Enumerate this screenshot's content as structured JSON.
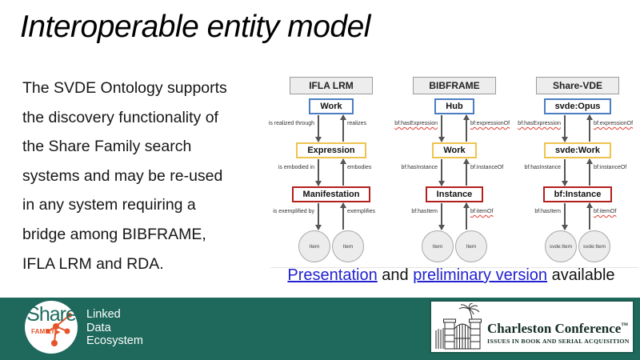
{
  "slide": {
    "title": "Interoperable entity model",
    "body_lines": [
      "The SVDE Ontology supports",
      "the discovery functionality of",
      "the Share Family search",
      "systems and may be re-used",
      "in any system requiring a",
      "bridge among BIBFRAME,",
      "IFLA LRM and RDA."
    ],
    "links": {
      "presentation": "Presentation",
      "mid": " and ",
      "preliminary": "preliminary version",
      "tail": " available"
    }
  },
  "diagram": {
    "columns": [
      {
        "header": "IFLA LRM",
        "boxes": [
          {
            "label": "Work"
          },
          {
            "label": "Expression"
          },
          {
            "label": "Manifestation"
          }
        ],
        "connectors": [
          {
            "left": "is realized through",
            "right": "realizes"
          },
          {
            "left": "is embodied in",
            "right": "embodies"
          },
          {
            "left": "is exemplified by",
            "right": "exemplifies"
          }
        ],
        "items": [
          "Item",
          "Item"
        ]
      },
      {
        "header": "BIBFRAME",
        "boxes": [
          {
            "label": "Hub"
          },
          {
            "label": "Work"
          },
          {
            "label": "Instance"
          }
        ],
        "connectors": [
          {
            "left": "bf:hasExpression",
            "right": "bf:expressionOf"
          },
          {
            "left": "bf:hasInstance",
            "right": "bf:instanceOf"
          },
          {
            "left": "bf:hasItem",
            "right": "bf:itemOf"
          }
        ],
        "items": [
          "Item",
          "Item"
        ]
      },
      {
        "header": "Share-VDE",
        "boxes": [
          {
            "label": "svde:Opus"
          },
          {
            "label": "svde:Work"
          },
          {
            "label": "bf:Instance"
          }
        ],
        "connectors": [
          {
            "left": "bf:hasExpression",
            "right": "bf:expressionOf"
          },
          {
            "left": "bf:hasInstance",
            "right": "bf:instanceOf"
          },
          {
            "left": "bf:hasItem",
            "right": "bf:itemOf"
          }
        ],
        "items": [
          "svde:Item",
          "svde:Item"
        ]
      }
    ],
    "colors": {
      "level1_border": "#4a7ec1",
      "level2_border": "#eec44f",
      "level3_border": "#b3201c"
    }
  },
  "footer": {
    "background": "#1e685c",
    "accent_orange": "#e4562a",
    "share_logo": {
      "brand": "Share",
      "family": "FAMILY",
      "tagline_lines": [
        "Linked",
        "Data",
        "Ecosystem"
      ]
    },
    "charleston": {
      "name": "Charleston Conference",
      "tm": "™",
      "subtitle": "ISSUES IN BOOK AND SERIAL ACQUISITION"
    }
  }
}
